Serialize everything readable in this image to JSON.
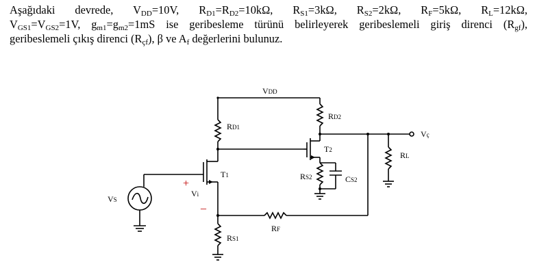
{
  "problem": {
    "line1": [
      {
        "t": "Aşağıdaki devrede, V"
      },
      {
        "s": "DD"
      },
      {
        "t": "=10V, R"
      },
      {
        "s": "D1"
      },
      {
        "t": "=R"
      },
      {
        "s": "D2"
      },
      {
        "t": "=10kΩ, R"
      },
      {
        "s": "S1"
      },
      {
        "t": "=3kΩ, R"
      },
      {
        "s": "S2"
      },
      {
        "t": "=2kΩ, R"
      },
      {
        "s": "F"
      },
      {
        "t": "=5kΩ, R"
      },
      {
        "s": "L"
      },
      {
        "t": "=12kΩ,"
      }
    ],
    "line2": [
      {
        "t": "V"
      },
      {
        "s": "GS1"
      },
      {
        "t": "=V"
      },
      {
        "s": "GS2"
      },
      {
        "t": "=1V, g"
      },
      {
        "s": "m1"
      },
      {
        "t": "=g"
      },
      {
        "s": "m2"
      },
      {
        "t": "=1mS ise geribesleme türünü belirleyerek geribeslemeli giriş direnci (R"
      },
      {
        "s": "gf"
      },
      {
        "t": "),"
      }
    ],
    "line3": [
      {
        "t": "geribeslemeli çıkış direnci (R"
      },
      {
        "s": "çf"
      },
      {
        "t": "), β ve A"
      },
      {
        "s": "f"
      },
      {
        "t": " değerlerini bulunuz."
      }
    ]
  },
  "circuit": {
    "vdd": "VDD",
    "vdd_sub": "DD",
    "rd2": {
      "main": "R",
      "sub": "D2"
    },
    "rd1": {
      "main": "R",
      "sub": "D1"
    },
    "rl": {
      "main": "R",
      "sub": "L"
    },
    "rs2": {
      "main": "R",
      "sub": "S2"
    },
    "cs2": {
      "main": "C",
      "sub": "S2"
    },
    "rf": {
      "main": "R",
      "sub": "F"
    },
    "rs1": {
      "main": "R",
      "sub": "S1"
    },
    "t1": {
      "main": "T",
      "sub": "1"
    },
    "t2": {
      "main": "T",
      "sub": "2"
    },
    "vs": {
      "main": "V",
      "sub": "S"
    },
    "vi": {
      "main": "V",
      "sub": "i"
    },
    "vc": {
      "main": "V",
      "sub": "ç"
    },
    "plus": "+",
    "minus": "_",
    "colors": {
      "wire": "#000000",
      "polarity": "#c00000"
    }
  }
}
